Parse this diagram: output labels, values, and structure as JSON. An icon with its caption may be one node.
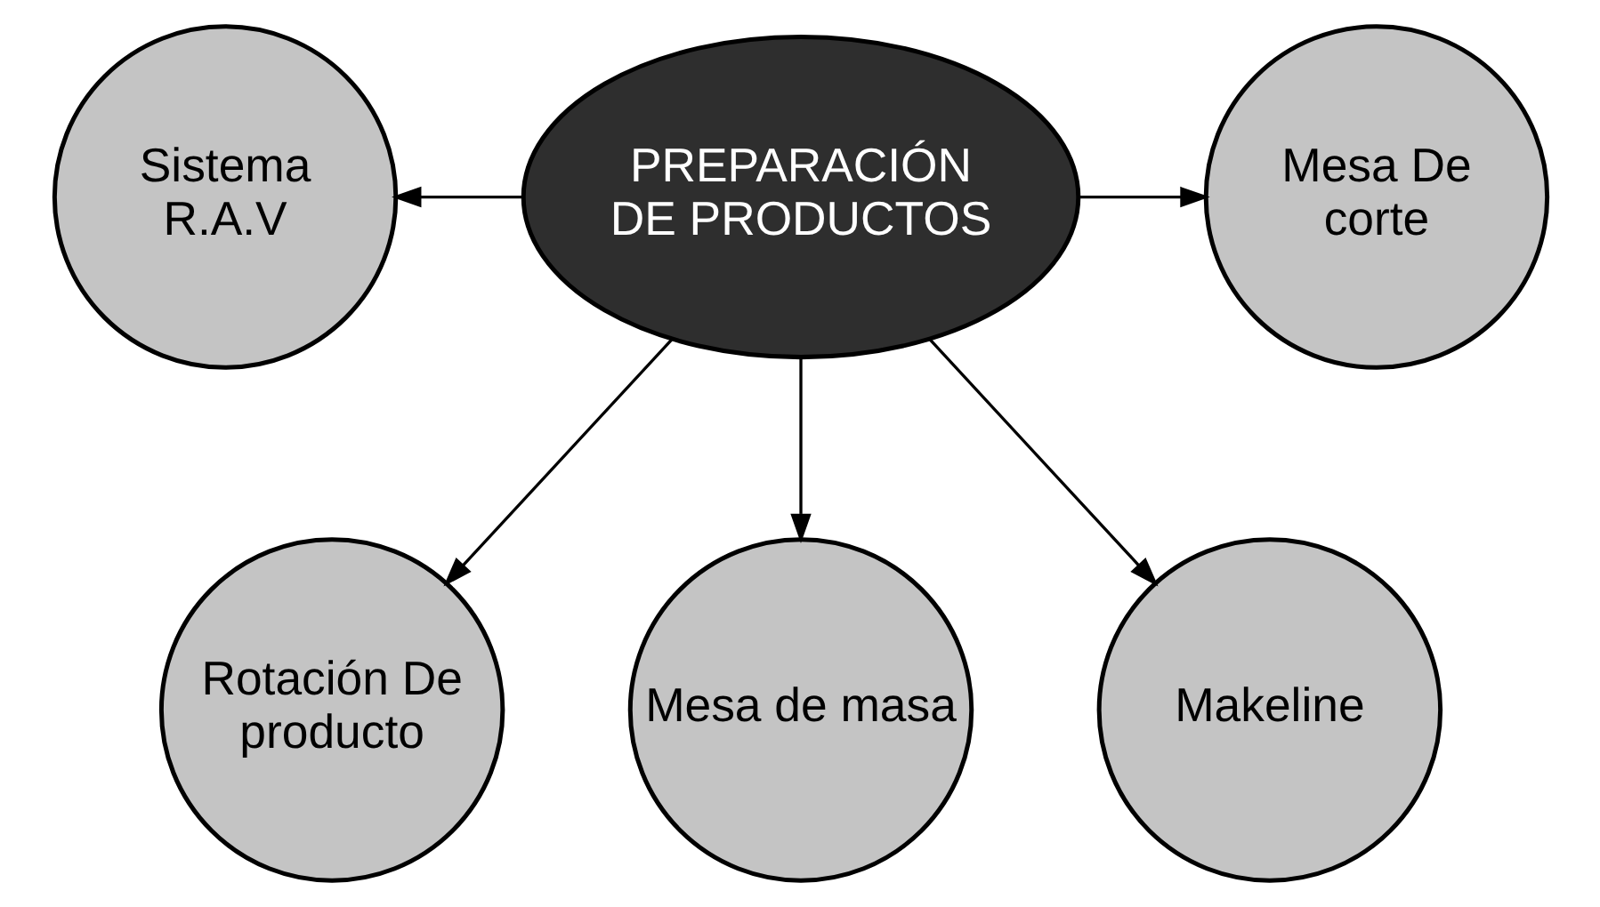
{
  "diagram": {
    "nodes": [
      {
        "text": [
          "PREPARACIÓN DE PRODUCTOS"
        ]
      },
      {
        "text": [
          "Sistema R.A.V"
        ]
      },
      {
        "text": [
          "Mesa De corte"
        ]
      },
      {
        "text": [
          "Rotación De producto"
        ]
      },
      {
        "text": [
          "Mesa de masa"
        ]
      },
      {
        "text": [
          "Makeline"
        ]
      }
    ],
    "edges": [
      {
        "from": 0,
        "to": 1,
        "arrow": "to"
      },
      {
        "from": 0,
        "to": 2,
        "arrow": "to"
      },
      {
        "from": 0,
        "to": 3,
        "arrow": "to"
      },
      {
        "from": 0,
        "to": 4,
        "arrow": "to"
      },
      {
        "from": 0,
        "to": 5,
        "arrow": "to"
      }
    ]
  }
}
